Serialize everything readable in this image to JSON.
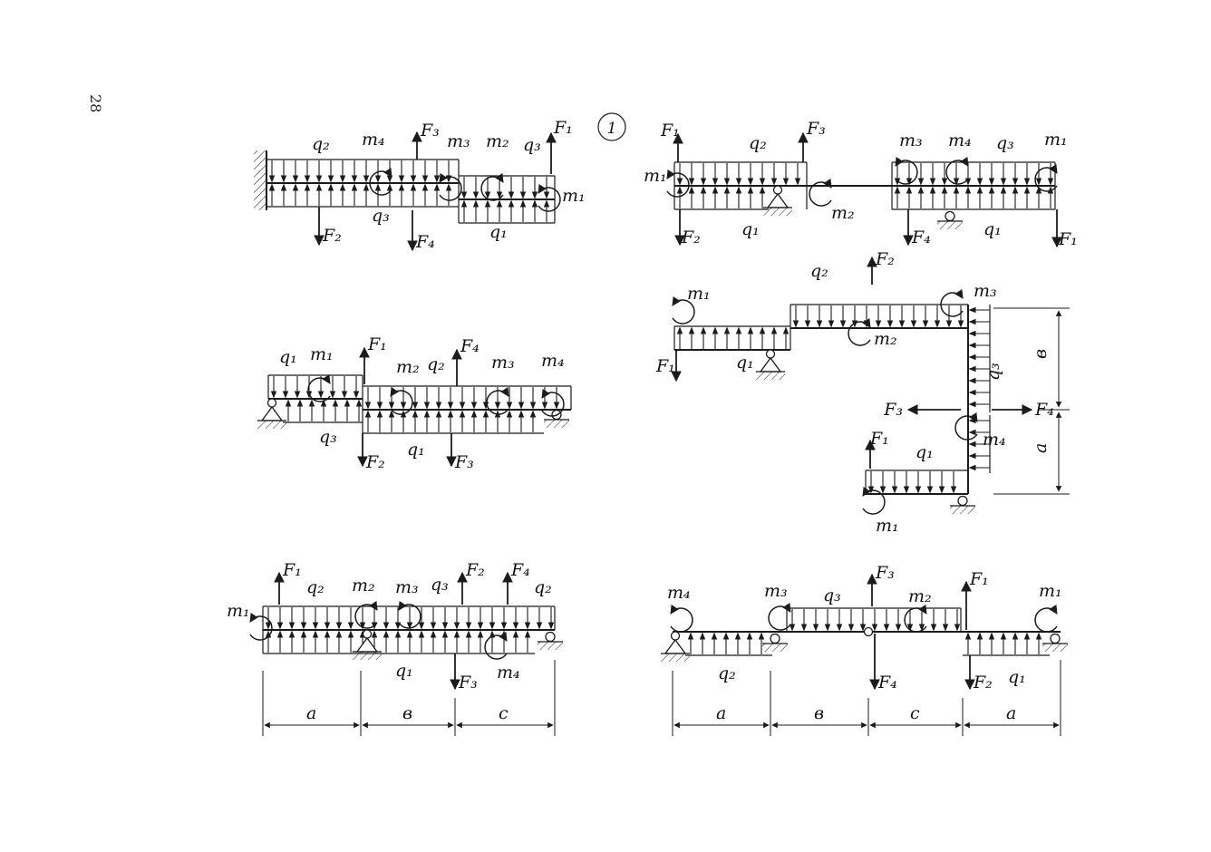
{
  "page": {
    "number": "28",
    "figure_number": "1"
  },
  "diagrams": {
    "d1": {
      "name": "cantilever-stepped-beam",
      "labels": {
        "q2": "q₂",
        "m4": "m₄",
        "F3": "F₃",
        "m3": "m₃",
        "m2": "m₂",
        "q3_top": "q₃",
        "F1": "F₁",
        "m1": "m₁",
        "q3_mid": "q₃",
        "F2": "F₂",
        "F4": "F₄",
        "q1": "q₁"
      }
    },
    "d2": {
      "name": "two-span-beam",
      "labels": {
        "F1_left": "F₁",
        "q2": "q₂",
        "F3": "F₃",
        "m1_left": "m₁",
        "F2": "F₂",
        "q1_left": "q₁",
        "m2": "m₂",
        "m3": "m₃",
        "m4": "m₄",
        "q3": "q₃",
        "m1_right": "m₁",
        "F4": "F₄",
        "q1_right": "q₁",
        "F1_right": "F₁"
      }
    },
    "d3": {
      "name": "stepped-two-support-beam",
      "labels": {
        "q1_top": "q₁",
        "m1": "m₁",
        "F1": "F₁",
        "m2": "m₂",
        "q2": "q₂",
        "F4": "F₄",
        "m3": "m₃",
        "m4": "m₄",
        "q3": "q₃",
        "F2": "F₂",
        "q1_bottom": "q₁",
        "F3": "F₃"
      }
    },
    "d4": {
      "name": "l-shaped-frame",
      "labels": {
        "m1_top": "m₁",
        "q2": "q₂",
        "F2": "F₂",
        "m3": "m₃",
        "F1_top": "F₁",
        "q1_top": "q₁",
        "m2": "m₂",
        "q3": "q₃",
        "F3": "F₃",
        "F4": "F₄",
        "m4": "m₄",
        "F1_bottom": "F₁",
        "q1_bottom": "q₁",
        "m1_bottom": "m₁",
        "dim_b": "в",
        "dim_a": "а"
      }
    },
    "d5": {
      "name": "simply-supported-beam-abc",
      "labels": {
        "m1": "m₁",
        "F1": "F₁",
        "q2_left": "q₂",
        "m2": "m₂",
        "m3": "m₃",
        "q3": "q₃",
        "F2": "F₂",
        "F4": "F₄",
        "q2_right": "q₂",
        "q1": "q₁",
        "F3": "F₃",
        "m4": "m₄",
        "dim_a": "a",
        "dim_b": "в",
        "dim_c": "c"
      }
    },
    "d6": {
      "name": "multi-support-beam-abca",
      "labels": {
        "m4": "m₄",
        "m3": "m₃",
        "q3": "q₃",
        "F3": "F₃",
        "m2": "m₂",
        "F1": "F₁",
        "m1": "m₁",
        "q2": "q₂",
        "F4": "F₄",
        "F2": "F₂",
        "q1": "q₁",
        "dim_a1": "a",
        "dim_b": "в",
        "dim_c": "c",
        "dim_a2": "a"
      }
    }
  }
}
